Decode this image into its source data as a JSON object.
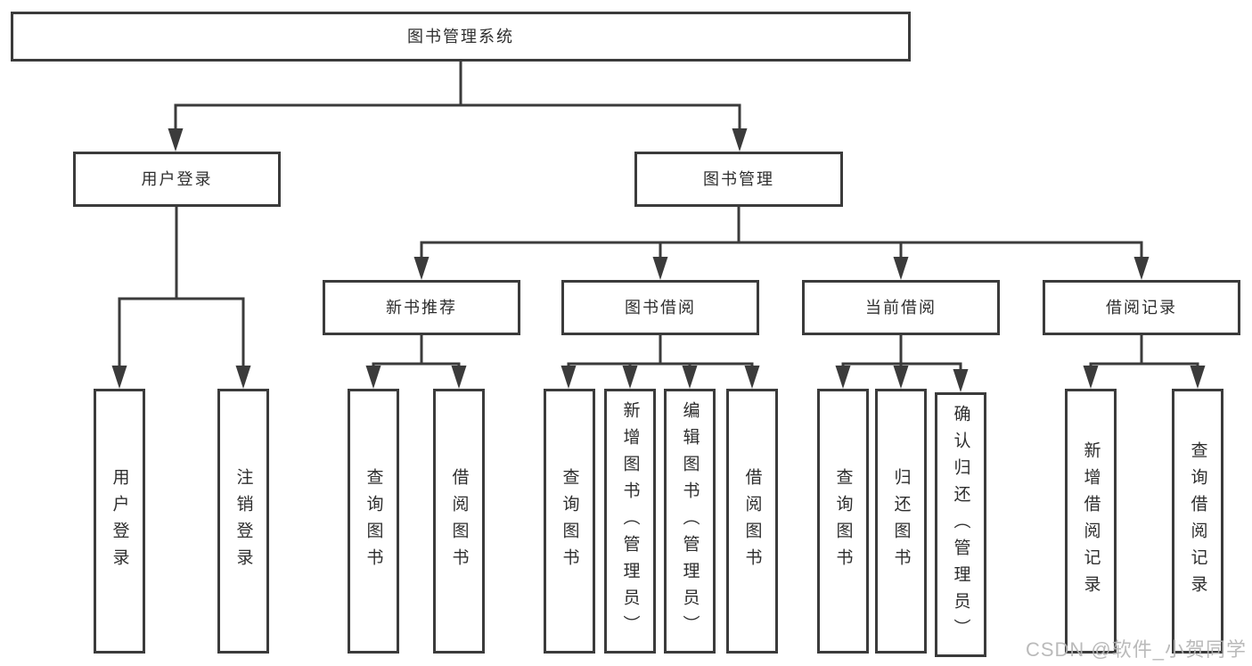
{
  "tree": {
    "label": "图书管理系统",
    "children": [
      {
        "label": "用户登录",
        "children": [
          {
            "label": "用户登录"
          },
          {
            "label": "注销登录"
          }
        ]
      },
      {
        "label": "图书管理",
        "children": [
          {
            "label": "新书推荐",
            "children": [
              {
                "label": "查询图书"
              },
              {
                "label": "借阅图书"
              }
            ]
          },
          {
            "label": "图书借阅",
            "children": [
              {
                "label": "查询图书"
              },
              {
                "label": "新增图书（管理员）"
              },
              {
                "label": "编辑图书（管理员）"
              },
              {
                "label": "借阅图书"
              }
            ]
          },
          {
            "label": "当前借阅",
            "children": [
              {
                "label": "查询图书"
              },
              {
                "label": "归还图书"
              },
              {
                "label": "确认归还（管理员）"
              }
            ]
          },
          {
            "label": "借阅记录",
            "children": [
              {
                "label": "新增借阅记录"
              },
              {
                "label": "查询借阅记录"
              }
            ]
          }
        ]
      }
    ]
  },
  "watermark": "CSDN @软件_小贺同学",
  "colors": {
    "line": "#3b3b3b",
    "box-border": "#3b3b3b",
    "text": "#2e2e2e",
    "watermark": "#b5b5b5",
    "background": "#ffffff"
  }
}
